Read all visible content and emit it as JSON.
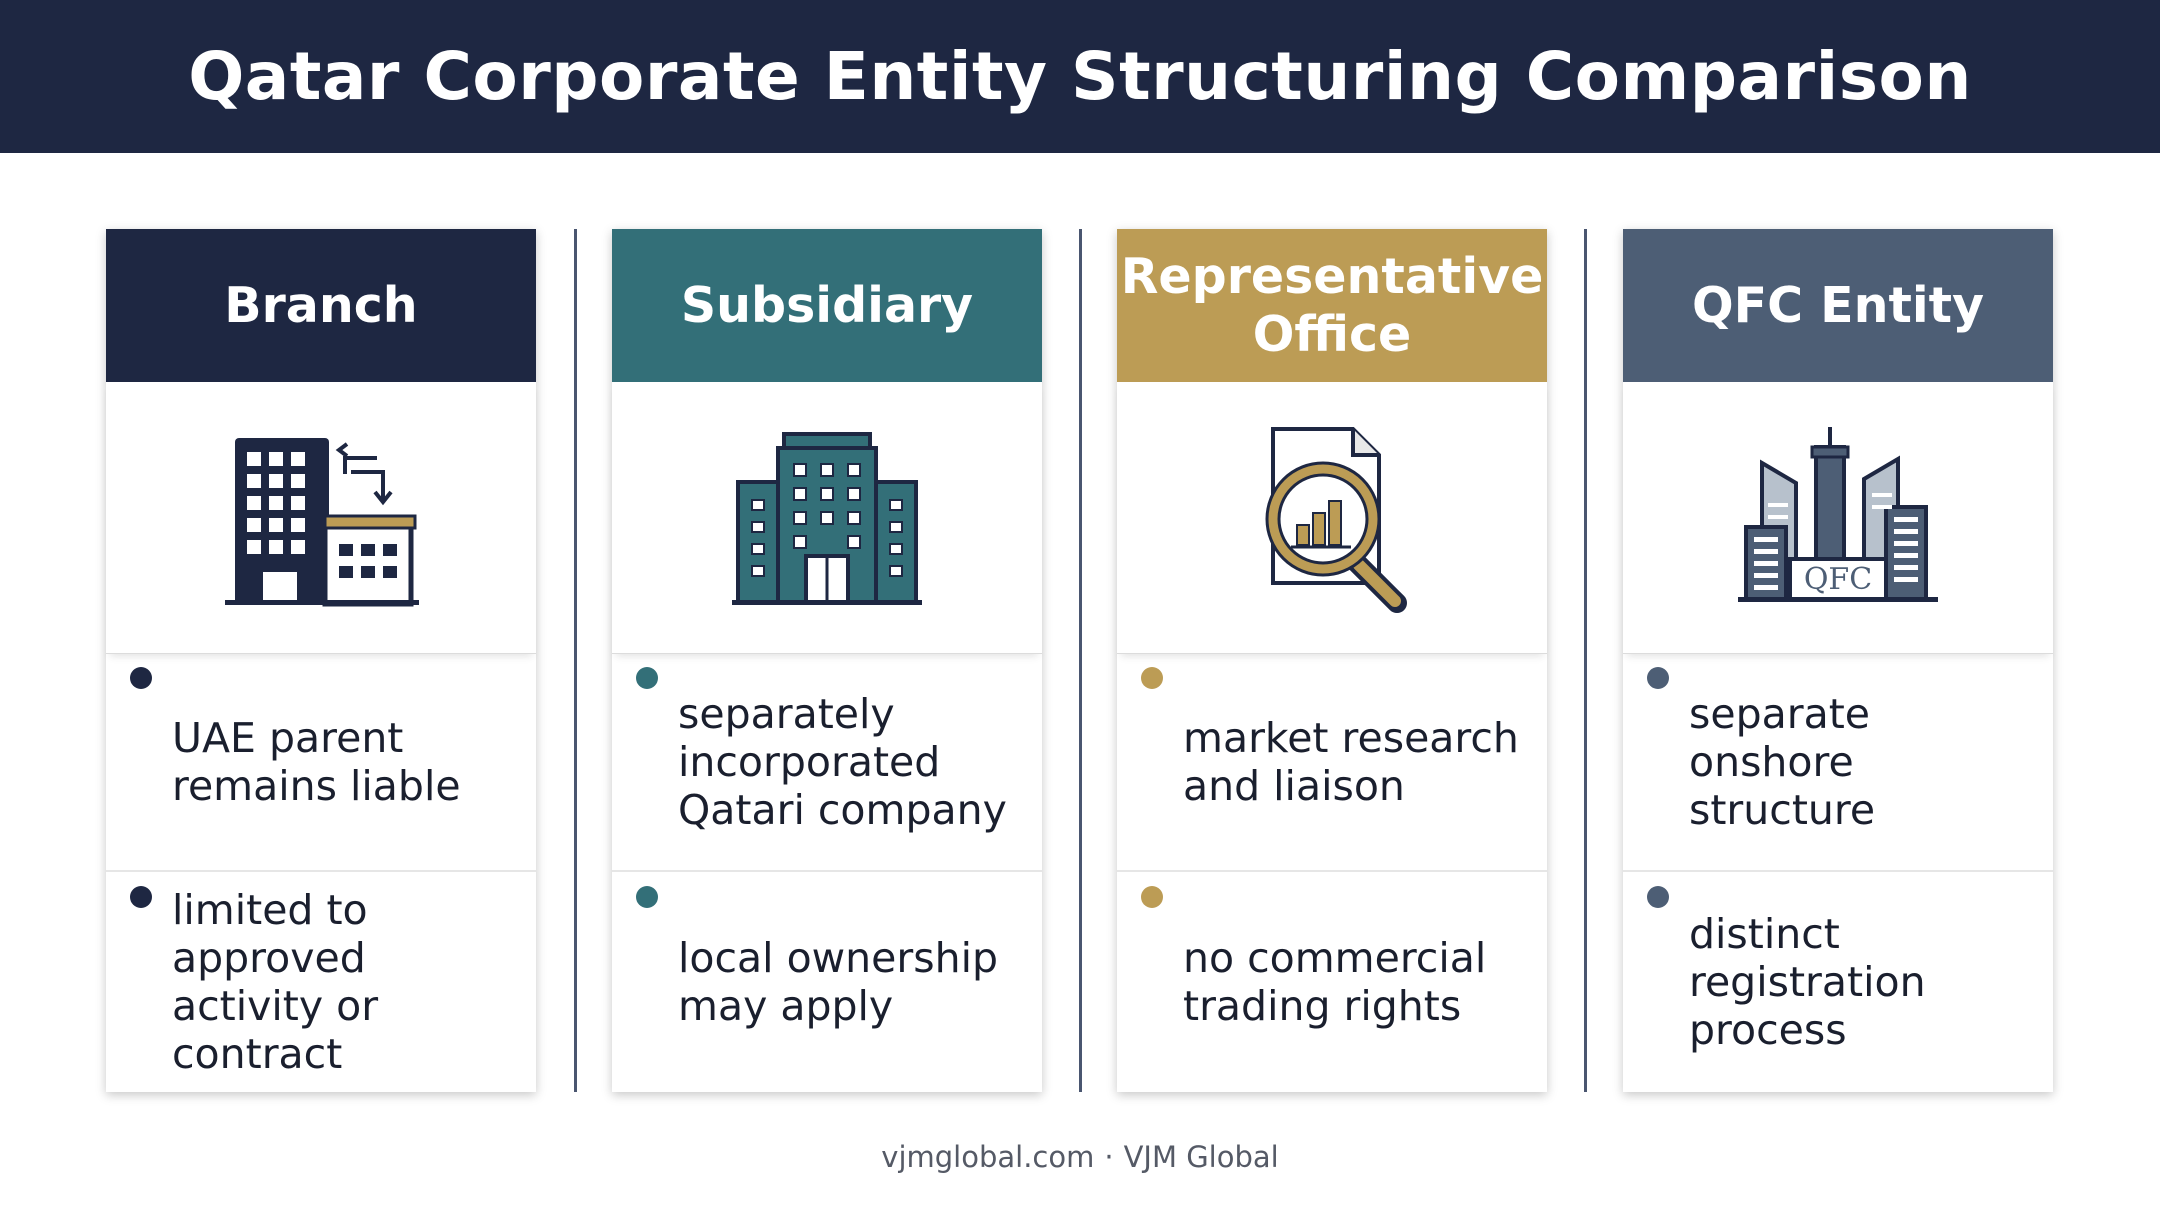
{
  "title": "Qatar Corporate Entity Structuring Comparison",
  "colors": {
    "navy": "#1e2742",
    "teal": "#336f78",
    "gold": "#bc9c55",
    "slate": "#4d5e75"
  },
  "columns": [
    {
      "title": "Branch",
      "icon": "building-arrow-icon",
      "points": [
        "UAE parent remains liable",
        "limited to approved activity or contract"
      ]
    },
    {
      "title": "Subsidiary",
      "icon": "office-building-icon",
      "points": [
        "separately incorporated Qatari company",
        "local ownership may apply"
      ]
    },
    {
      "title": "Representative Office",
      "icon": "document-magnifier-icon",
      "points": [
        "market research and liaison",
        "no commercial trading rights"
      ]
    },
    {
      "title": "QFC Entity",
      "icon": "skyline-icon",
      "icon_label": "QFC",
      "points": [
        "separate onshore structure",
        "distinct registration process"
      ]
    }
  ],
  "footer": {
    "site": "vjmglobal.com",
    "separator": "·",
    "brand": "VJM Global"
  }
}
